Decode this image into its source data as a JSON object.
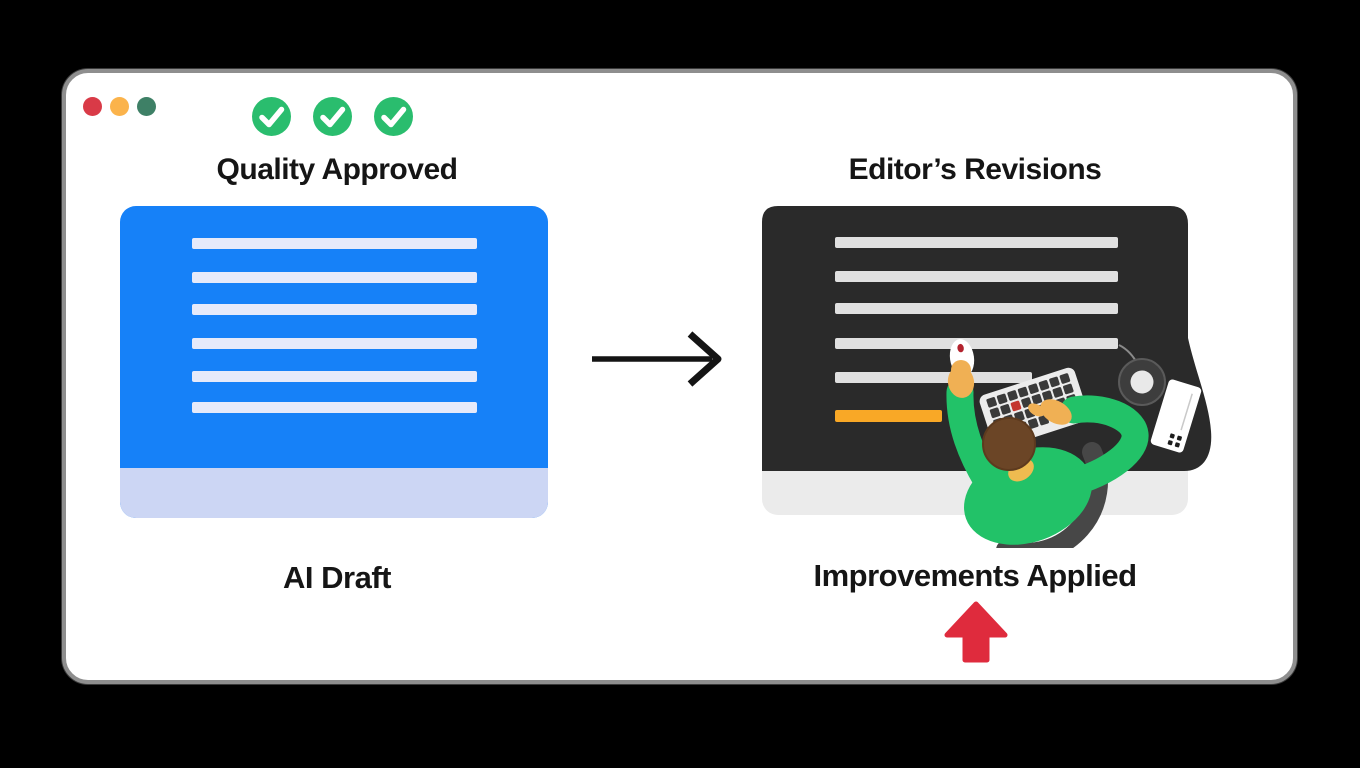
{
  "window": {
    "background": "#ffffff",
    "border_color": "#8e8e8e",
    "traffic_lights": [
      {
        "name": "close",
        "color": "#d93a47"
      },
      {
        "name": "minimize",
        "color": "#fbb34b"
      },
      {
        "name": "zoom",
        "color": "#3e8066"
      }
    ]
  },
  "left_panel": {
    "title": "Quality Approved",
    "caption": "AI Draft",
    "checkmarks": {
      "count": 3,
      "circle_color": "#2abd6e",
      "check_color": "#ffffff"
    },
    "document": {
      "color": "#1681f8",
      "footer_color": "#ccd6f4",
      "line_color": "#e6eafa",
      "line_count": 6
    }
  },
  "flow_arrow": {
    "direction": "right",
    "color": "#141414"
  },
  "right_panel": {
    "title": "Editor’s Revisions",
    "caption": "Improvements Applied",
    "up_arrow": {
      "direction": "up",
      "color": "#df2b3d"
    },
    "document": {
      "color": "#2a2a2a",
      "footer_color": "#ebebeb",
      "line_color": "#e0e0e0",
      "full_line_count": 4,
      "short_line_count": 1,
      "highlight_line_color": "#f9a826"
    },
    "editor_figure": {
      "shirt_color": "#22c268",
      "skin_color": "#f0b054",
      "hair_color": "#6b4526",
      "chair_color": "#474747",
      "desk_objects": [
        "mouse",
        "keyboard",
        "loupe",
        "note-card"
      ]
    }
  }
}
